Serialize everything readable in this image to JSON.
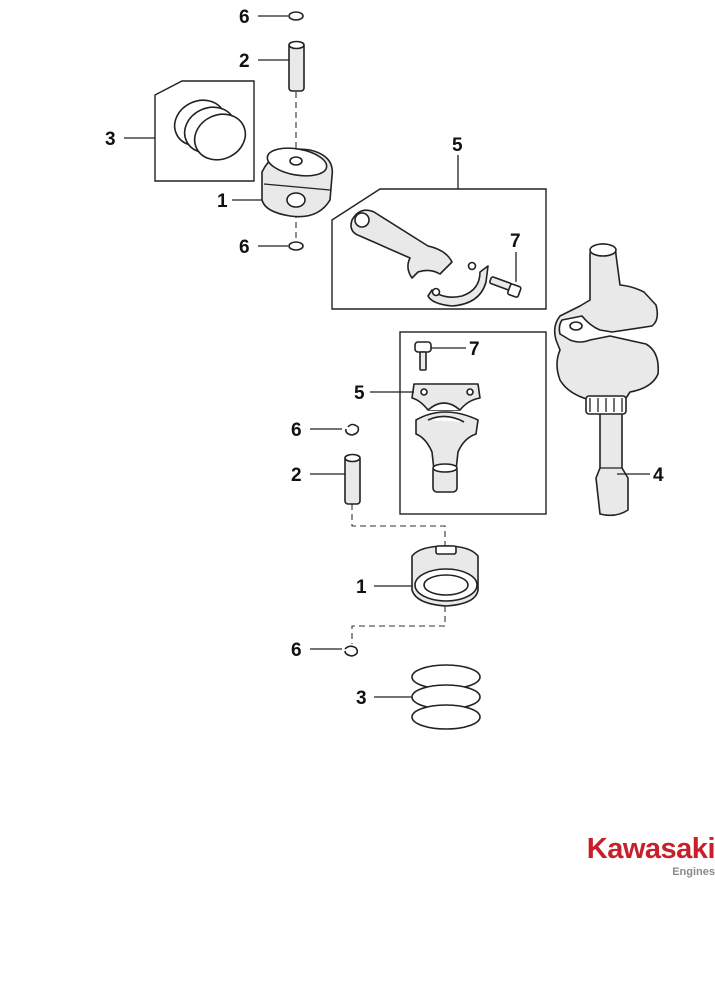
{
  "callouts": {
    "top": {
      "snap_ring_upper": "6",
      "piston_pin": "2",
      "piston_rings": "3",
      "connecting_rod_box": "5",
      "piston": "1",
      "snap_ring_lower": "6",
      "rod_bolt": "7"
    },
    "bottom": {
      "rod_bolt": "7",
      "connecting_rod_box": "5",
      "snap_ring_upper": "6",
      "piston_pin": "2",
      "crankshaft": "4",
      "piston": "1",
      "snap_ring_lower": "6",
      "piston_rings": "3"
    }
  },
  "brand": {
    "name": "Kawasaki",
    "subtitle": "Engines",
    "color": "#c8202b"
  }
}
